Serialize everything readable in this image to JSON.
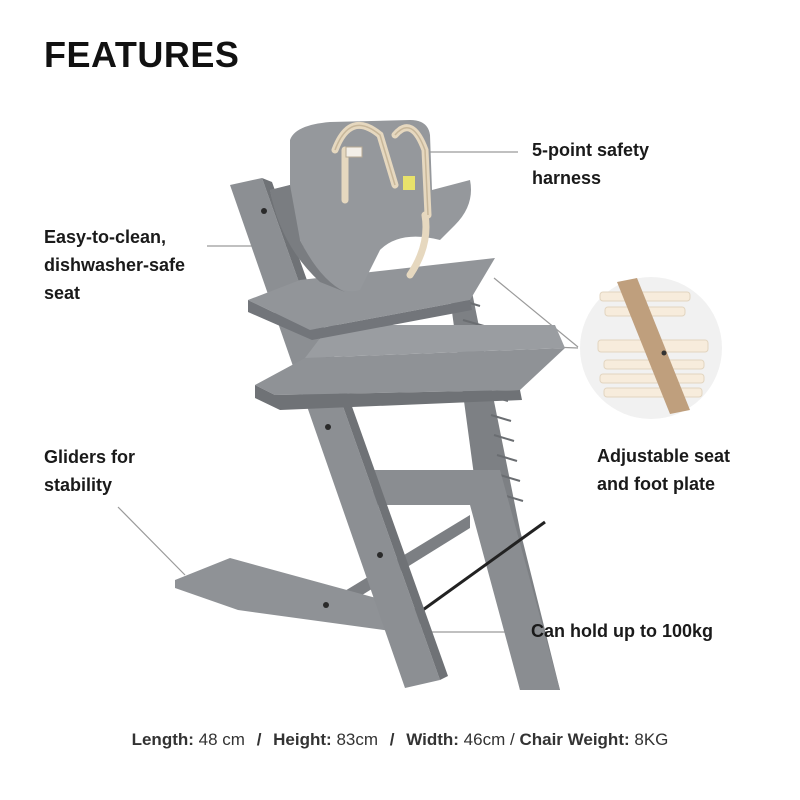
{
  "title": "FEATURES",
  "features": {
    "harness": [
      "5-point safety",
      "harness"
    ],
    "seat": [
      "Easy-to-clean,",
      "dishwasher-safe",
      "seat"
    ],
    "gliders": [
      "Gliders for",
      "stability"
    ],
    "adjustable": [
      "Adjustable seat",
      "and foot plate"
    ],
    "capacity": [
      "Can hold up to 100kg"
    ]
  },
  "specs": {
    "length_label": "Length:",
    "length_value": "48 cm",
    "height_label": "Height:",
    "height_value": "83cm",
    "width_label": "Width:",
    "width_value": "46cm",
    "weight_label": "Chair Weight:",
    "weight_value": "8KG",
    "sep1": "/",
    "sep2": "/",
    "sep3": "/"
  },
  "colors": {
    "chair": "#8c8f93",
    "chair_dark": "#6f7276",
    "wood": "#c8a98a",
    "harness_strap": "#e6d8bf",
    "leader_line": "#9a9a9a",
    "text": "#1a1a1a"
  }
}
